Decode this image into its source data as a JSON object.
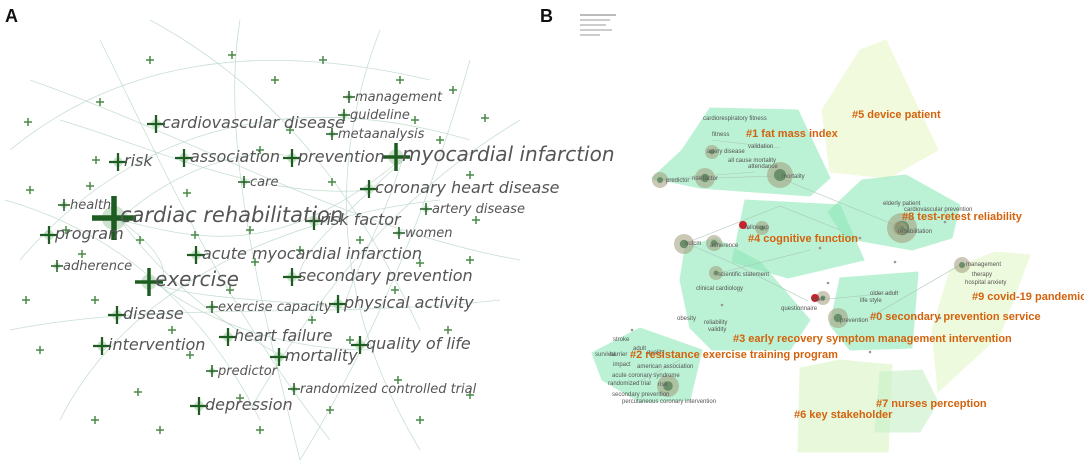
{
  "panels": {
    "a": "A",
    "b": "B"
  },
  "panel_a": {
    "keywords": [
      {
        "text": "management",
        "size": "small"
      },
      {
        "text": "guideline",
        "size": "small"
      },
      {
        "text": "cardiovascular disease",
        "size": "medium"
      },
      {
        "text": "metaanalysis",
        "size": "small"
      },
      {
        "text": "risk",
        "size": "medium"
      },
      {
        "text": "association",
        "size": "medium"
      },
      {
        "text": "prevention",
        "size": "medium"
      },
      {
        "text": "myocardial infarction",
        "size": "large"
      },
      {
        "text": "care",
        "size": "small"
      },
      {
        "text": "coronary heart disease",
        "size": "medium"
      },
      {
        "text": "health",
        "size": "small"
      },
      {
        "text": "cardiac rehabilitation",
        "size": "xlarge"
      },
      {
        "text": "risk factor",
        "size": "medium"
      },
      {
        "text": "artery disease",
        "size": "small"
      },
      {
        "text": "program",
        "size": "medium"
      },
      {
        "text": "women",
        "size": "small"
      },
      {
        "text": "acute myocardial infarction",
        "size": "medium"
      },
      {
        "text": "adherence",
        "size": "small"
      },
      {
        "text": "exercise",
        "size": "large"
      },
      {
        "text": "secondary prevention",
        "size": "medium"
      },
      {
        "text": "exercise capacity",
        "size": "small"
      },
      {
        "text": "disease",
        "size": "medium"
      },
      {
        "text": "physical activity",
        "size": "medium"
      },
      {
        "text": "heart failure",
        "size": "medium"
      },
      {
        "text": "intervention",
        "size": "medium"
      },
      {
        "text": "mortality",
        "size": "medium"
      },
      {
        "text": "quality of life",
        "size": "medium"
      },
      {
        "text": "predictor",
        "size": "small"
      },
      {
        "text": "randomized controlled trial",
        "size": "small"
      },
      {
        "text": "depression",
        "size": "medium"
      }
    ]
  },
  "panel_b": {
    "clusters": [
      {
        "label": "#0 secondary prevention service",
        "color": "#8fe8b8"
      },
      {
        "label": "#1 fat mass index",
        "color": "#8fe8b8"
      },
      {
        "label": "#2 resistance exercise training program",
        "color": "#8fe8b8"
      },
      {
        "label": "#3 early recovery symptom management intervention",
        "color": "#8fe8b8"
      },
      {
        "label": "#4 cognitive function",
        "color": "#8fe8b8"
      },
      {
        "label": "#5 device patient",
        "color": "#e8f8c8"
      },
      {
        "label": "#6 key stakeholder",
        "color": "#d8f5c4"
      },
      {
        "label": "#7 nurses perception",
        "color": "#c8f0c8"
      },
      {
        "label": "#8 test-retest reliability",
        "color": "#8fe8b8"
      },
      {
        "label": "#9 covid-19 pandemic",
        "color": "#e3f8c8"
      }
    ],
    "node_labels": [
      "cardiorespiratory fitness",
      "fitness",
      "validation",
      "artery disease",
      "all cause mortality",
      "attendance",
      "predictor",
      "risk factor",
      "mortality",
      "follow up",
      "outcm",
      "adherence",
      "scientific statement",
      "clinical cardiology",
      "questionnaire",
      "obesity",
      "reliability",
      "validity",
      "elderly patient",
      "cardiovascular prevention",
      "rehabilitation",
      "management",
      "therapy",
      "hospital anxiety",
      "life style",
      "older adult",
      "prevention",
      "men",
      "stroke",
      "survival",
      "barrier",
      "adult",
      "quality",
      "impact",
      "american association",
      "acute coronary syndrome",
      "randomized trial",
      "risk",
      "secondary prevention",
      "percutaneous coronary intervention"
    ]
  }
}
